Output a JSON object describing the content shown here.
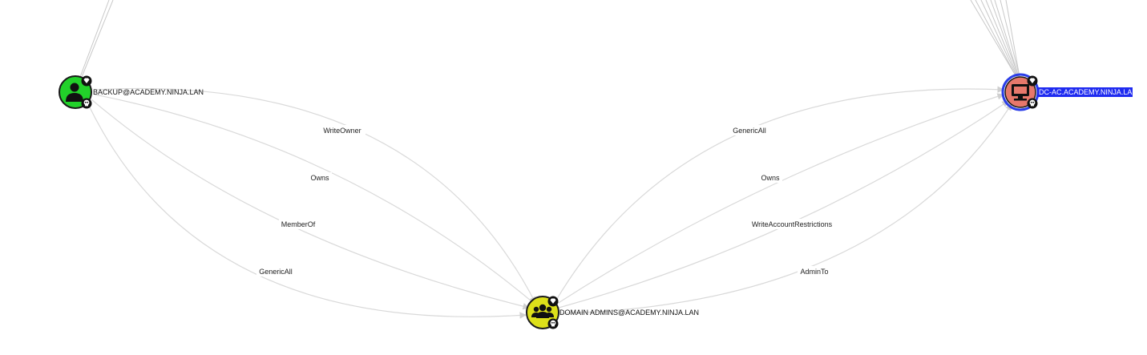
{
  "nodes": {
    "backup": {
      "label": "BACKUP@ACADEMY.NINJA.LAN",
      "type_icon": "user-icon",
      "fill": "#22d12a",
      "badge_top": "gem-icon",
      "badge_bottom": "skull-icon"
    },
    "domain_admins": {
      "label": "DOMAIN ADMINS@ACADEMY.NINJA.LAN",
      "type_icon": "group-icon",
      "fill": "#dde01a",
      "badge_top": "gem-icon",
      "badge_bottom": "skull-icon"
    },
    "dc": {
      "label": "DC-AC.ACADEMY.NINJA.LAN",
      "type_icon": "computer-icon",
      "fill": "#e7786b",
      "ring": "#2b3ee8",
      "label_highlight": "#1f2bf0",
      "badge_top": "gem-icon",
      "badge_bottom": "skull-icon"
    }
  },
  "edges": {
    "write_owner": "WriteOwner",
    "owns_left": "Owns",
    "member_of": "MemberOf",
    "generic_all_left": "GenericAll",
    "generic_all_right": "GenericAll",
    "owns_right": "Owns",
    "write_account_restrictions": "WriteAccountRestrictions",
    "admin_to": "AdminTo"
  }
}
